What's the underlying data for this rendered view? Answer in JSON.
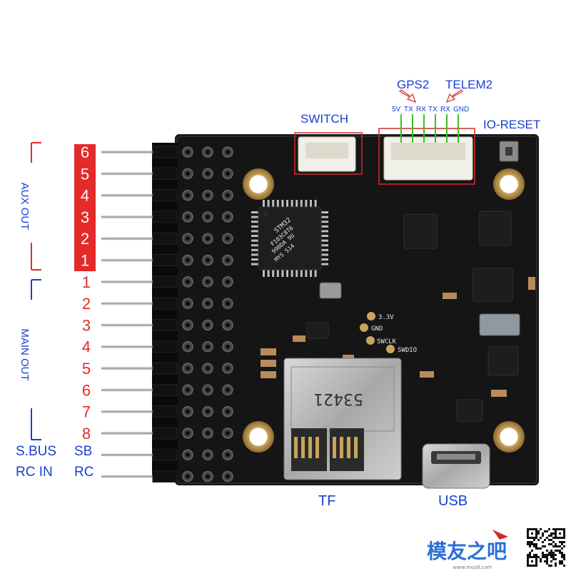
{
  "colors": {
    "label_blue": "#1a3fd0",
    "label_red": "#e52a2a",
    "highlight_box": "#d42a2a",
    "board": "#151515",
    "connector": "#f0efe8"
  },
  "top_labels": {
    "gps2": "GPS2",
    "telem2": "TELEM2",
    "switch": "SWITCH",
    "io_reset": "IO-RESET",
    "pins": [
      "5V",
      "TX",
      "RX",
      "TX",
      "RX",
      "GND"
    ]
  },
  "bottom_labels": {
    "tf": "TF",
    "usb": "USB"
  },
  "left_labels": {
    "aux_out": "AUX OUT",
    "main_out": "MAIN OUT",
    "sbus": "S.BUS",
    "rc_in": "RC IN",
    "aux_numbers": [
      "6",
      "5",
      "4",
      "3",
      "2",
      "1"
    ],
    "main_numbers": [
      "1",
      "2",
      "3",
      "4",
      "5",
      "6",
      "7",
      "8"
    ],
    "sb": "SB",
    "rc": "RC"
  },
  "board_silkscreen": {
    "v33": "3.3V",
    "gnd": "GND",
    "swclk": "SWCLK",
    "swdio": "SWDIO",
    "sd_code": "53421",
    "mcu_marking": [
      "STM32",
      "F103C8T6",
      "990DA 9U",
      "MYS 514"
    ]
  },
  "watermark": {
    "logo_text": "模友之吧",
    "url": "www.moz8.com"
  }
}
